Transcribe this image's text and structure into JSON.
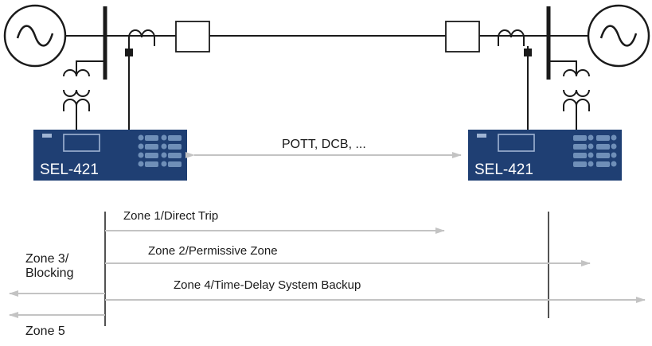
{
  "comm_label": "POTT, DCB, ...",
  "relays": {
    "left": {
      "model": "SEL-421"
    },
    "right": {
      "model": "SEL-421"
    }
  },
  "zones": {
    "zone1": "Zone 1/Direct Trip",
    "zone2": "Zone 2/Permissive Zone",
    "zone3_line1": "Zone 3/",
    "zone3_line2": "Blocking",
    "zone4": "Zone 4/Time-Delay System Backup",
    "zone5": "Zone 5"
  },
  "colors": {
    "line": "#1a1a1a",
    "relay_body": "#1f3f73",
    "relay_panel": "#6f8fb8",
    "arrow": "#c3c3c3"
  }
}
